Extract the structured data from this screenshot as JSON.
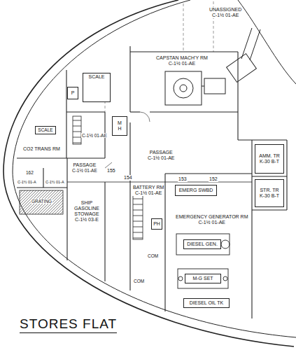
{
  "diagram": {
    "title": "STORES FLAT",
    "nodes": [
      {
        "text": [
          "UNASSIGNED",
          "C-1½ 01-AE"
        ]
      },
      {
        "text": [
          "CAPSTAN MACH'Y RM",
          "C-1½ 01-AE"
        ]
      },
      {
        "text": [
          "P"
        ]
      },
      {
        "text": [
          "SCALE"
        ]
      },
      {
        "text": [
          "SCALE"
        ]
      },
      {
        "text": [
          "CO2 TRANS RM"
        ]
      },
      {
        "text": [
          "PASSAGE",
          "C-1½ 01-AE"
        ]
      },
      {
        "text": [
          "M H"
        ]
      },
      {
        "text": [
          "PASSAGE",
          "C-1½ 01-AE"
        ]
      },
      {
        "text": [
          "BATTERY RM",
          "C-1½ 01-AE"
        ]
      },
      {
        "text": [
          "EMERGENCY GENERATOR RM",
          "C-1½ 01-AE"
        ]
      },
      {
        "text": [
          "EMERG SWBD"
        ],
        "in": 10
      },
      {
        "text": [
          "PH"
        ]
      },
      {
        "text": [
          "DIESEL GEN."
        ],
        "in": 10
      },
      {
        "text": [
          "M-G SET"
        ],
        "in": 10
      },
      {
        "text": [
          "DIESEL OIL TK"
        ],
        "in": 10
      },
      {
        "text": [
          "AMM. TR",
          "K-30 B-T"
        ]
      },
      {
        "text": [
          "STR. TR",
          "K-30 B-T"
        ]
      },
      {
        "text": [
          "SHIP GASOLINE STOWAGE",
          "C-1½ 03-E"
        ]
      }
    ],
    "labels": [
      "155",
      "154",
      "153",
      "152",
      "C-1½ 01-AE",
      "162",
      "C-1½ 01-A",
      "C-1½ 01-A",
      "GRATING",
      "COM",
      "COM"
    ]
  }
}
